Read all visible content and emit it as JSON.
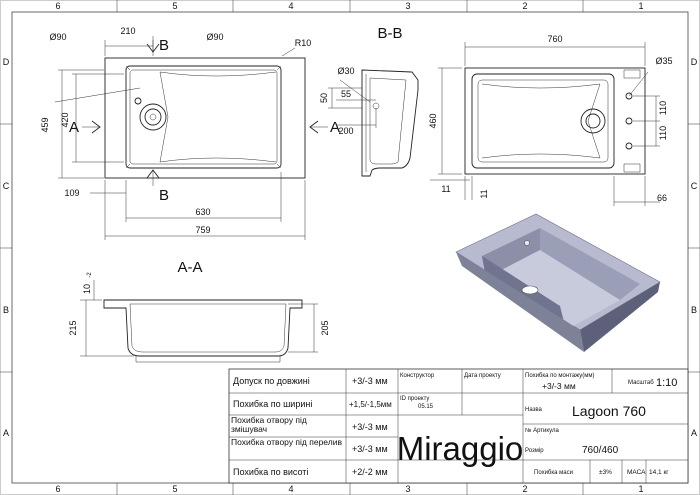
{
  "frame": {
    "columns": [
      "6",
      "5",
      "4",
      "3",
      "2",
      "1"
    ],
    "rows": [
      "D",
      "C",
      "B",
      "A"
    ]
  },
  "views": {
    "top": {
      "section_marks": [
        "A",
        "A",
        "B",
        "B"
      ],
      "dims": [
        "210",
        "Ø90",
        "Ø90",
        "R10",
        "459",
        "420",
        "109",
        "630",
        "759"
      ]
    },
    "section_bb": {
      "title": "B-B",
      "dims": [
        "Ø30",
        "50",
        "55",
        "200"
      ]
    },
    "rear": {
      "dims": [
        "760",
        "Ø35",
        "460",
        "110",
        "110",
        "11",
        "11",
        "66"
      ]
    },
    "section_aa": {
      "title": "A-A",
      "dims": [
        "10",
        "-2",
        "215",
        "205"
      ]
    }
  },
  "title_block": {
    "tolerances": [
      {
        "label": "Допуск по довжині",
        "value": "+3/-3 мм"
      },
      {
        "label": "Похибка по ширині",
        "value": "+1,5/-1,5мм"
      },
      {
        "label": "Похибка отвору під змішувач",
        "value": "+3/-3 мм"
      },
      {
        "label": "Похибка отвору під перелив",
        "value": "+3/-3 мм"
      },
      {
        "label": "Похибка по висоті",
        "value": "+2/-2 мм"
      }
    ],
    "designer_label": "Конструктор",
    "date_label": "Дата проекту",
    "project_id_label": "ID проекту",
    "project_id": "05.15",
    "brand": "Miraggio",
    "install_error_label": "Похибка по монтажу(мм)",
    "install_error_value": "+3/-3 мм",
    "scale_label": "Масштаб",
    "scale_value": "1:10",
    "name_label": "Назва",
    "name_value": "Lagoon 760",
    "article_label": "№ Артикула",
    "size_label": "Розмір",
    "size_value": "760/460",
    "mass_error_label": "Похибка маси",
    "mass_error_value": "±3%",
    "mass_label": "МАСА",
    "mass_value": "14,1 кг"
  },
  "render": {
    "basin_color": "#8b8fa8",
    "basin_dark": "#5c6078",
    "basin_light": "#b8bbd0"
  }
}
